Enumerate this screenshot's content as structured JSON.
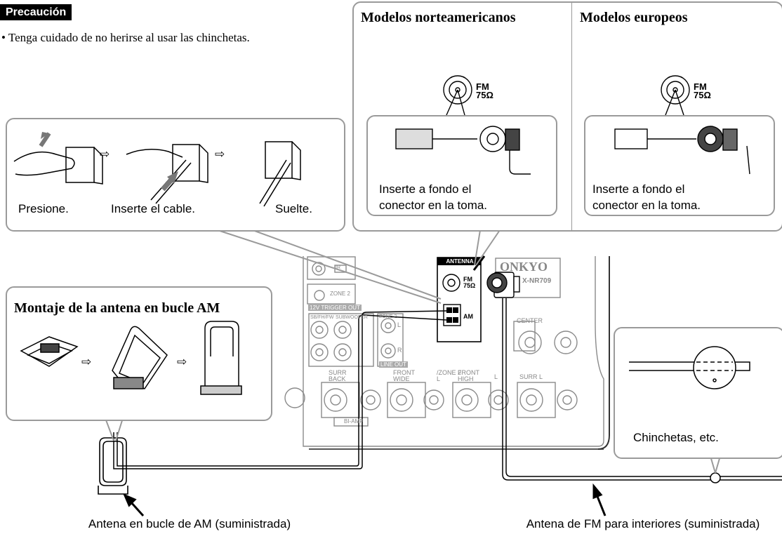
{
  "caution": {
    "badge": "Precaución",
    "bullet": "•",
    "text": "Tenga cuidado de no herirse al usar las chinchetas."
  },
  "steps": {
    "press": "Presione.",
    "insert": "Inserte el cable.",
    "release": "Suelte.",
    "arrow": "⇨"
  },
  "models": {
    "north_america": {
      "title": "Modelos norteamericanos",
      "jack_label": "FM",
      "jack_ohm": "75Ω",
      "instruction": "Inserte a fondo el conector en la toma."
    },
    "europe": {
      "title": "Modelos europeos",
      "jack_label": "FM",
      "jack_ohm": "75Ω",
      "instruction": "Inserte a fondo el conector en la toma."
    }
  },
  "am_assembly": {
    "title": "Montaje de la antena en bucle AM"
  },
  "receiver": {
    "brand": "ONKYO",
    "model": "X-NR709",
    "antenna_header": "ANTENNA",
    "fm_label": "FM",
    "fm_ohm": "75Ω",
    "am_label": "AM",
    "zone2": "ZONE 2",
    "trigger": "12V TRIGGER OUT",
    "sb_label": "SB/FH/FW",
    "subwoofer": "SUBWOOFER",
    "zone2_out": "ZONE 2",
    "line_out": "LINE OUT",
    "center": "CENTER",
    "ir": "IR",
    "l": "L",
    "r": "R",
    "surr_back": "SURR BACK",
    "front_wide": "FRONT WIDE",
    "zone2_l": "/ZONE 2 L",
    "front_high": "FRONT HIGH",
    "front_l": "L",
    "surr_l": "SURR L",
    "bi_amp": "BI-AMP"
  },
  "thumbtack": {
    "label": "Chinchetas, etc."
  },
  "captions": {
    "am": "Antena en bucle de AM (suministrada)",
    "fm": "Antena de FM para interiores (suministrada)"
  }
}
